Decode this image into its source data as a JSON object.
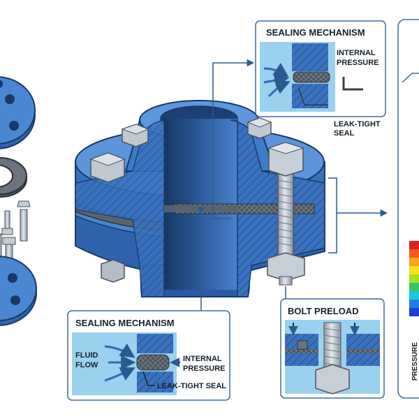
{
  "colors": {
    "steel_blue": "#3f78c6",
    "steel_dark": "#2a5493",
    "steel_light": "#6da0de",
    "bore_dark": "#1d3f73",
    "bolt_grey": "#b9c2cc",
    "gasket": "#5c6670",
    "panel_border": "#3c6c9c",
    "panel_fill": "#eaf3fb",
    "leader": "#2b5a8f"
  },
  "panels": {
    "sealing_top": {
      "title": "SEALING MECHANISM",
      "internal_pressure_1": "INTERNAL",
      "internal_pressure_2": "PRESSURE",
      "leak_tight_1": "LEAK-TIGHT",
      "leak_tight_2": "SEAL"
    },
    "sealing_bottom": {
      "title": "SEALING MECHANISM",
      "fluid_1": "FLUID",
      "fluid_2": "FLOW",
      "internal_pressure_1": "INTERNAL",
      "internal_pressure_2": "PRESSURE",
      "leak_tight": "LEAK-TIGHT SEAL"
    },
    "bolt_preload": {
      "title": "BOLT PRELOAD"
    },
    "pressure_chart": {
      "axis_label": "PRESSURE",
      "scale_colors": [
        "#e01f1f",
        "#f25a1c",
        "#f7a41c",
        "#f6e11c",
        "#a6e01c",
        "#35c46a",
        "#1cc7d8",
        "#1e7fe0",
        "#1c3fd0"
      ]
    }
  }
}
